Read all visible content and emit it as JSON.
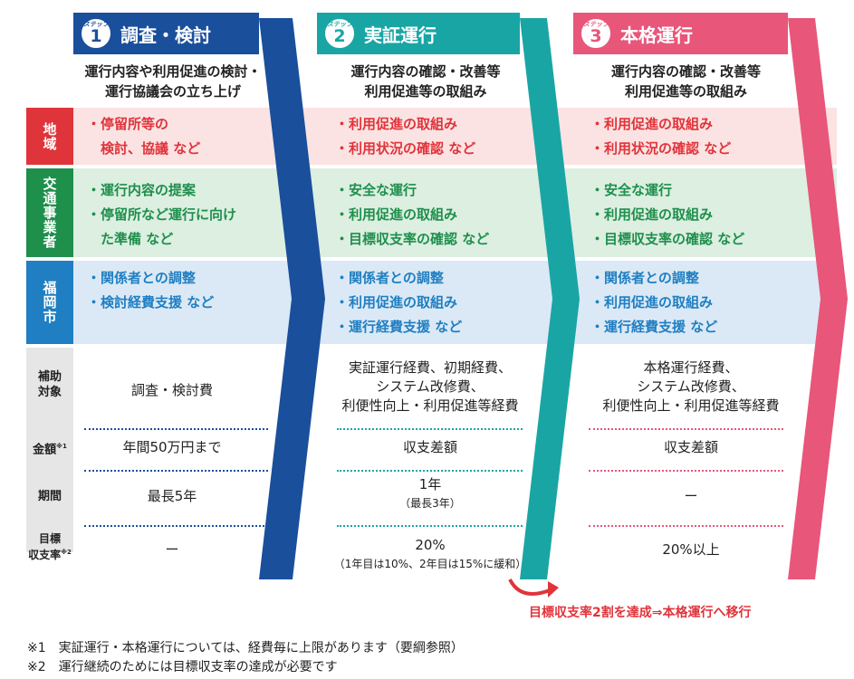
{
  "steps": [
    {
      "step_label": "ステップ",
      "number": "1",
      "title": "調査・検討",
      "desc": [
        "運行内容や利用促進の検討・",
        "運行協議会の立ち上げ"
      ],
      "color": "#1a4f9c"
    },
    {
      "step_label": "ステップ",
      "number": "2",
      "title": "実証運行",
      "desc": [
        "運行内容の確認・改善等",
        "利用促進等の取組み"
      ],
      "color": "#1aa5a5"
    },
    {
      "step_label": "ステップ",
      "number": "3",
      "title": "本格運行",
      "desc": [
        "運行内容の確認・改善等",
        "利用促進等の取組み"
      ],
      "color": "#e8567a"
    }
  ],
  "rows": {
    "chiiki": {
      "label": "地域",
      "color": "#e0343b",
      "bg": "#fbe3e3",
      "cells": [
        [
          "・停留所等の",
          "　検討、協議 など"
        ],
        [
          "・利用促進の取組み",
          "・利用状況の確認 など"
        ],
        [
          "・利用促進の取組み",
          "・利用状況の確認 など"
        ]
      ]
    },
    "kotsu": {
      "label": "交通事業者",
      "color": "#1f8f4c",
      "bg": "#dcefe1",
      "cells": [
        [
          "・運行内容の提案",
          "・停留所など運行に向け",
          "　た準備 など"
        ],
        [
          "・安全な運行",
          "・利用促進の取組み",
          "・目標収支率の確認 など"
        ],
        [
          "・安全な運行",
          "・利用促進の取組み",
          "・目標収支率の確認 など"
        ]
      ]
    },
    "fukuoka": {
      "label": "福岡市",
      "color": "#1f7fc2",
      "bg": "#dbe9f6",
      "cells": [
        [
          "・関係者との調整",
          "・検討経費支援 など"
        ],
        [
          "・関係者との調整",
          "・利用促進の取組み",
          "・運行経費支援 など"
        ],
        [
          "・関係者との調整",
          "・利用促進の取組み",
          "・運行経費支援 など"
        ]
      ]
    }
  },
  "support": {
    "labels": {
      "target": [
        "補助",
        "対象"
      ],
      "amount": "金額",
      "amount_note": "※1",
      "period": "期間",
      "ratio": [
        "目標",
        "収支率"
      ],
      "ratio_note": "※2"
    },
    "target": [
      [
        "調査・検討費"
      ],
      [
        "実証運行経費、初期経費、",
        "システム改修費、",
        "利便性向上・利用促進等経費"
      ],
      [
        "本格運行経費、",
        "システム改修費、",
        "利便性向上・利用促進等経費"
      ]
    ],
    "amount": [
      "年間50万円まで",
      "収支差額",
      "収支差額"
    ],
    "period": [
      "最長5年",
      "1年",
      "ー"
    ],
    "period_sub": "（最長3年）",
    "ratio": [
      "ー",
      "20%",
      "20%以上"
    ],
    "ratio_sub": "（1年目は10%、2年目は15%に緩和）"
  },
  "callout": "目標収支率2割を達成⇒本格運行へ移行",
  "notes": [
    "※1　実証運行・本格運行については、経費毎に上限があります（要綱参照）",
    "※2　運行継続のためには目標収支率の達成が必要です"
  ]
}
